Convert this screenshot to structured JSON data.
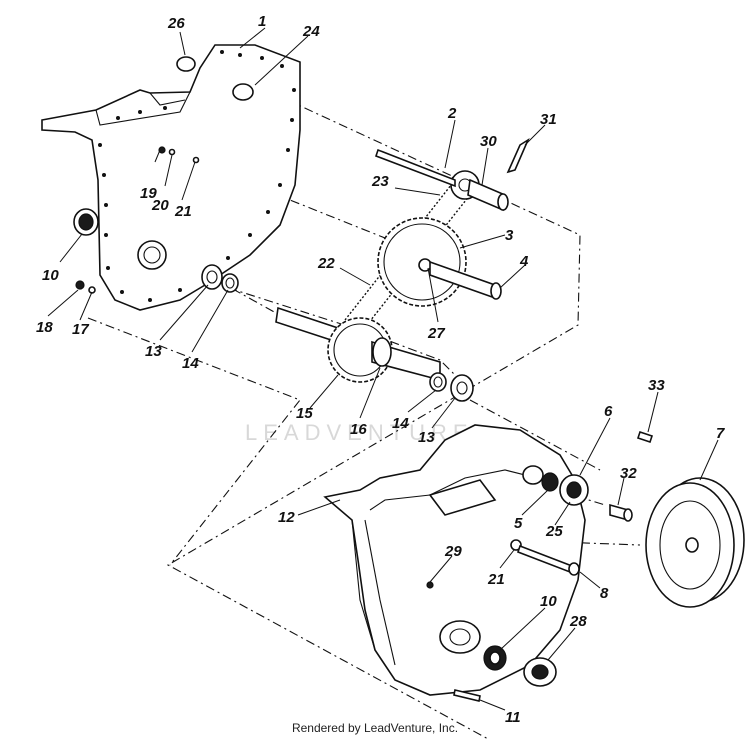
{
  "diagram": {
    "callouts": [
      {
        "id": "c1",
        "label": "1"
      },
      {
        "id": "c2",
        "label": "2"
      },
      {
        "id": "c3",
        "label": "3"
      },
      {
        "id": "c4",
        "label": "4"
      },
      {
        "id": "c5",
        "label": "5"
      },
      {
        "id": "c6",
        "label": "6"
      },
      {
        "id": "c7",
        "label": "7"
      },
      {
        "id": "c8",
        "label": "8"
      },
      {
        "id": "c10a",
        "label": "10"
      },
      {
        "id": "c10b",
        "label": "10"
      },
      {
        "id": "c11",
        "label": "11"
      },
      {
        "id": "c12",
        "label": "12"
      },
      {
        "id": "c13a",
        "label": "13"
      },
      {
        "id": "c13b",
        "label": "13"
      },
      {
        "id": "c14a",
        "label": "14"
      },
      {
        "id": "c14b",
        "label": "14"
      },
      {
        "id": "c15",
        "label": "15"
      },
      {
        "id": "c16",
        "label": "16"
      },
      {
        "id": "c17",
        "label": "17"
      },
      {
        "id": "c18",
        "label": "18"
      },
      {
        "id": "c19",
        "label": "19"
      },
      {
        "id": "c20",
        "label": "20"
      },
      {
        "id": "c21a",
        "label": "21"
      },
      {
        "id": "c21b",
        "label": "21"
      },
      {
        "id": "c22",
        "label": "22"
      },
      {
        "id": "c23",
        "label": "23"
      },
      {
        "id": "c24",
        "label": "24"
      },
      {
        "id": "c25",
        "label": "25"
      },
      {
        "id": "c26",
        "label": "26"
      },
      {
        "id": "c27",
        "label": "27"
      },
      {
        "id": "c28",
        "label": "28"
      },
      {
        "id": "c29",
        "label": "29"
      },
      {
        "id": "c30",
        "label": "30"
      },
      {
        "id": "c31",
        "label": "31"
      },
      {
        "id": "c32",
        "label": "32"
      },
      {
        "id": "c33",
        "label": "33"
      }
    ],
    "watermark": "LEADVENTURE"
  },
  "footer": {
    "credit": "Rendered by LeadVenture, Inc."
  }
}
